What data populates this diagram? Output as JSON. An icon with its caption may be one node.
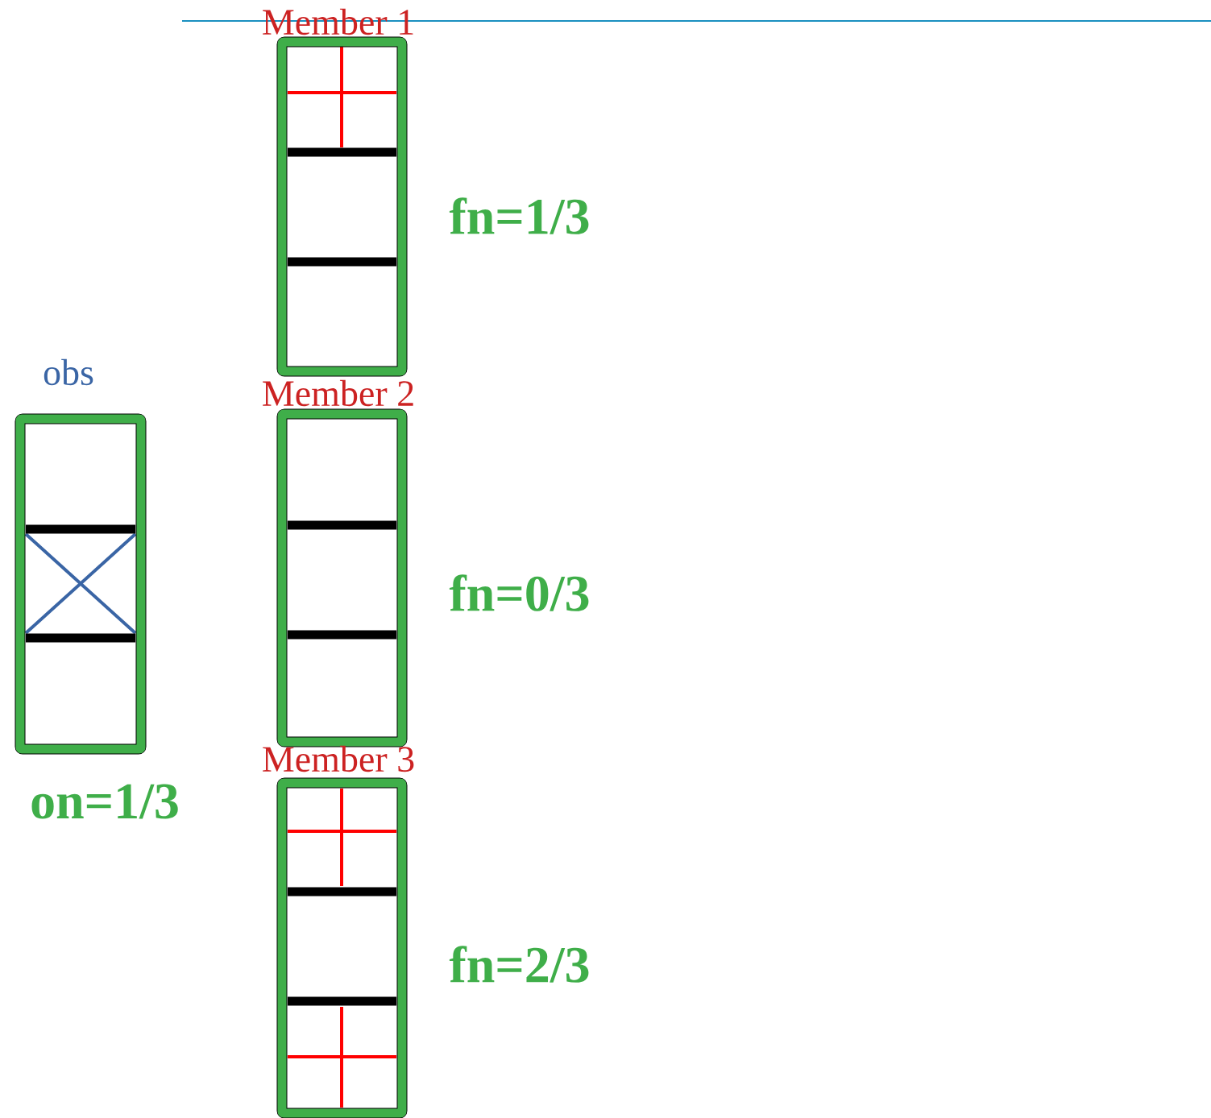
{
  "diagram": {
    "nodes": [
      {
        "text": [
          "Member 1"
        ],
        "beside": [
          "fn=1/3"
        ]
      },
      {
        "text": [
          "obs"
        ],
        "beside": [
          "on=1/3"
        ]
      },
      {
        "text": [
          "Member 2"
        ],
        "beside": [
          "fn=0/3"
        ]
      },
      {
        "text": [
          "Member 3"
        ],
        "beside": [
          "fn=2/3"
        ]
      }
    ]
  }
}
